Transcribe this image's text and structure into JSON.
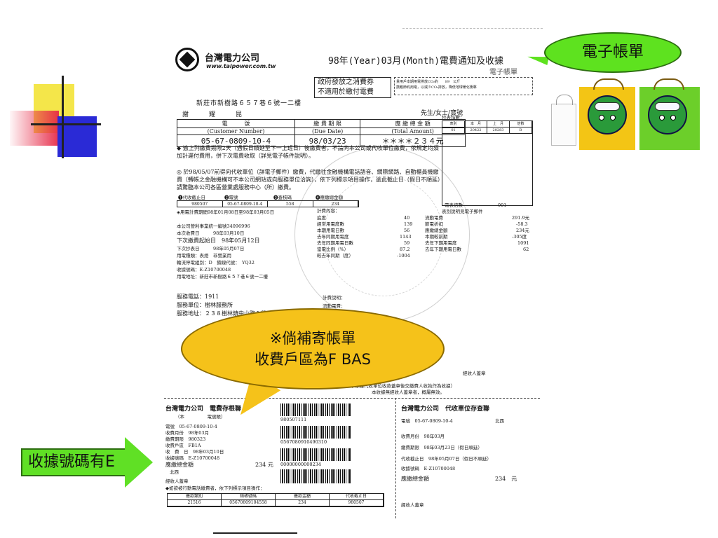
{
  "callouts": {
    "e_bill": "電子帳單",
    "resend_line1": "※倘補寄帳單",
    "resend_line2": "收費戶區為F BAS",
    "receipt_no": "收據號碼有E"
  },
  "bill": {
    "company": "台灣電力公司",
    "website": "www.taipower.com.tw",
    "title": "98年(Year)03月(Month)電費通知及收據",
    "subtitle": "電子帳單",
    "stamp_line1": "政府發放之消費券",
    "stamp_line2": "不適用於繳付電費",
    "note_line1": "貴用戶本期用電排放CO₂約　　89　公斤",
    "note_line2": "鼓勵節約用電，以減少CO₂排放，降低地球暖化衝擊",
    "address": "新莊市新樹路６５７巷６號一二樓",
    "customer_name": "謝　耀　昆",
    "honorific": "先生/女士/寶號",
    "summary": {
      "h_number": "電　　　號",
      "h_number_en": "(Customer Number)",
      "h_due": "繳 費 期 限",
      "h_due_en": "(Due Date)",
      "h_total": "應 繳 總 金 額",
      "h_total_en": "(Total Amount)",
      "number": "05-67-0809-10-4",
      "due": "98/03/23",
      "total": "＊＊＊＊２３４元"
    },
    "meter": {
      "title": "抄表指數：",
      "headers": [
        "表別",
        "本　月",
        "上　月",
        "倍數"
      ],
      "row": [
        "01",
        "20422",
        "20283",
        "B"
      ],
      "footer_label": "電表倍數",
      "footer_value": "001",
      "footer_note": "表別說明見電子郵件"
    },
    "para1": "◆ 逾上列繳費期限2天（遇假日順延至下一上班日）後繳費者，不論向本公司或代收單位繳費，依規定均須加計遲付費用，併下次電費收取（詳見電子帳件說明）。",
    "para2": "◎ 於98/05/07前得向代收單位（詳電子郵件）繳費，代繳往金融機構電話語音、網際網路、自動櫃員機繳費（轉帳之金融機構可不本公司網站或向服務單位洽詢），依下列標示項目操作，逾此截止日（假日不順延）請驚臨本公司各區營業處服務中心（所）繳費。",
    "mini": {
      "h1": "❶代收截止日",
      "h2": "❷電號",
      "h3": "❸查核碼",
      "h4": "❹應繳總金額",
      "v1": "980507",
      "v2": "05-67-0809-10-4",
      "v3": "558",
      "v4": "234"
    },
    "period": "◈用電計費期間98年01月08日至98年03月05日",
    "left_info": [
      "本公司營利事業統一編號34096996",
      "本次收費日　　　98年03月10日",
      "下次繳費起始日　98年05月12日",
      "下次抄表日　　　98年05月07日",
      "用電種類：表燈　非營業用",
      "輪流停電組別：D　饋線代號：　YQ32",
      "收據號碼：E-Z10700048",
      "用電地址：新莊市新樹路６５７巷６號一二樓"
    ],
    "calc_title": "計費內容：",
    "calc_rows": [
      [
        "底度",
        "40"
      ],
      [
        "經常用電度數",
        "139"
      ],
      [
        "本期用電日數",
        "56"
      ],
      [
        "去年同期用電度",
        "1143"
      ],
      [
        "去年同期用電日數",
        "59"
      ],
      [
        "當電比例（%）",
        "87.2"
      ],
      [
        "較去年同期（度）",
        "-1004"
      ]
    ],
    "fee_rows": [
      [
        "流動電費",
        "291.9元"
      ],
      [
        "節電折扣",
        "-58.3"
      ],
      [
        "應繳總金額",
        "234元"
      ],
      [
        "本期較前期",
        "-305度"
      ],
      [
        "去年下期用電度",
        "1091"
      ],
      [
        "去年下期用電日數",
        "62"
      ]
    ],
    "service_phone": "服務電話：1911",
    "service_unit": "服務單位：樹林服務所",
    "service_addr": "服務地址：２３８樹林鎮中山路１段２０號",
    "fee_note": "計費說明：",
    "fee_note2": "流動電費：",
    "collector_sign": "經收人蓋章",
    "stub_notice": "繳費：本聯經代收單位收款蓋章後交繳費人收執作為收據）",
    "stub_notice2": "本收據無經收人蓋章者，概屬無效。",
    "left_stub": {
      "title": "台灣電力公司　電費存根聯",
      "sub": "（本　　　　　電號帳）",
      "number": "電號　05-67-0809-10-4",
      "month": "收費月份　98年03月",
      "due": "繳費期限　980323",
      "zone": "收費戶區　FB1A",
      "date": "收　費　日　98年03月10日",
      "receipt": "收據號碼　E-Z10700048",
      "total_label": "應繳總金額",
      "area": "北西",
      "total": "234 元",
      "collector": "經收人蓋章",
      "bank_note": "◆如欲被行動電話繳費者，依下列標示項目操作：",
      "table_headers": [
        "繳款類別",
        "銷帳號碼",
        "繳款金額",
        "代收截止日"
      ],
      "table_values": [
        "21516",
        "05670809104558",
        "234",
        "980507"
      ]
    },
    "barcodes": {
      "b1": "980507111",
      "b2": "0567080910490310",
      "b3": "00000000000234"
    },
    "right_stub": {
      "title": "台灣電力公司　代收單位存查聯",
      "number": "電號　05-67-0809-10-4",
      "area": "北西",
      "month": "收費月份　98年03月",
      "due": "繳費期限　98年03月23日（假日順延）",
      "cutoff": "代收截止日　98年05月07日（假日不順延）",
      "receipt": "收據號碼　E-Z10700048",
      "total_label": "應繳總金額",
      "total": "234　元",
      "collector": "經收人蓋章"
    }
  },
  "colors": {
    "callout_green": "#5ee21f",
    "callout_yellow": "#f5c21a",
    "deco_yellow": "#f4e64a",
    "deco_blue": "#2a2ad6",
    "deco_red": "#e62846"
  }
}
